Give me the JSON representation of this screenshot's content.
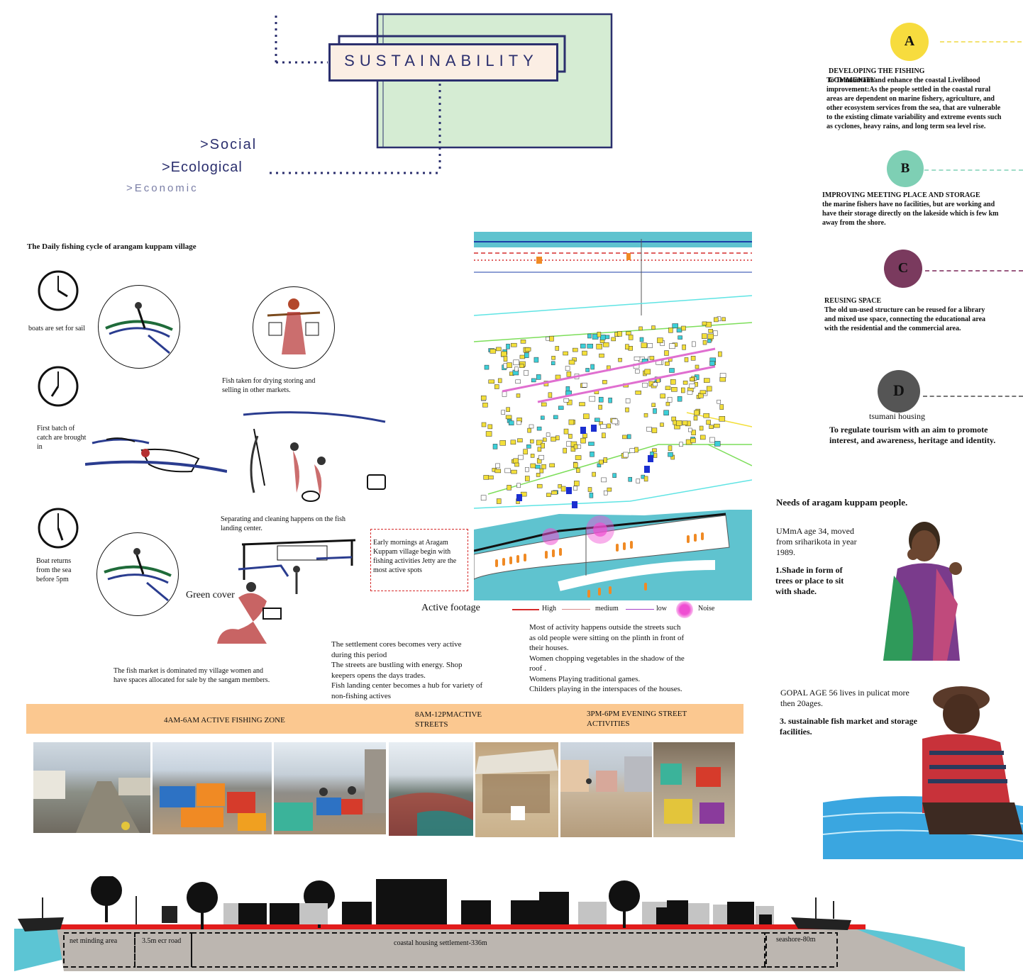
{
  "title": {
    "main": "SUSTAINABILITY",
    "social": ">Social",
    "ecological": ">Ecological",
    "economic": ">Economic"
  },
  "strategies": [
    {
      "letter": "A",
      "color": "#f7dc3e",
      "line": "#f3e270",
      "heading": "DEVELOPING THE FISHING COMMUNITY",
      "text": "To To maintain and enhance the coastal Livelihood improvement:As the people settled in the coastal rural areas are dependent on marine fishery, agriculture, and other ecosystem services from the sea, that are vulnerable to the existing climate variability and extreme events such as cyclones, heavy rains, and long term sea level rise."
    },
    {
      "letter": "B",
      "color": "#7ecfb4",
      "line": "#9fdcc8",
      "heading": "IMPROVING MEETING PLACE AND STORAGE",
      "text": "the marine fishers have no facilities, but are working and have their storage directly on the lakeside which is few km away from the shore."
    },
    {
      "letter": "C",
      "color": "#7a3a5e",
      "line": "#9a5a80",
      "heading": "REUSING SPACE",
      "text": "The old un-used structure can be reused for a library and mixed use space, connecting the educational area with the residential and the commercial area."
    },
    {
      "letter": "D",
      "color": "#555555",
      "line": "#777777",
      "sublabel": "tsumani housing",
      "text": "To regulate tourism with an aim to promote interest, and awareness, heritage and identity."
    }
  ],
  "cycle": {
    "heading": "The Daily fishing cycle of arangam kuppam village",
    "captions": {
      "boats_set": "boats are set for sail",
      "drying": "Fish taken for drying storing and selling in other markets.",
      "first_batch": "First batch of catch are brought in",
      "separating": "Separating and cleaning happens on the fish landing center.",
      "boat_returns": "Boat returns from the sea before 5pm",
      "green_cover": "Green cover",
      "fish_market": "The fish market is dominated my village women and have spaces allocated for sale by the sangam members."
    },
    "early_note": "Early mornings at Aragam Kuppam village begin with fishing activities Jetty are the most active spots"
  },
  "map": {
    "title": "Active footage",
    "legend": [
      {
        "label": "High",
        "color": "#d62b2b"
      },
      {
        "label": "medium",
        "color": "#d88a8a"
      },
      {
        "label": "low",
        "color": "#a53fc7"
      },
      {
        "label": "Noise",
        "color": "#ef4fd2"
      }
    ]
  },
  "activities": {
    "settlement": "The settlement cores becomes very active during this period\nThe streets are bustling with energy. Shop keepers opens the days trades.\nFish landing center becomes a hub for variety of non-fishing actives",
    "outside": "Most of activity happens outside the streets such as old people were sitting on the plinth in front of their houses.\nWomen chopping vegetables in the shadow of the roof .\nWomens Playing traditional games.\nChilders playing in the interspaces of the houses."
  },
  "timeline": {
    "zone1": "4AM-6AM ACTIVE FISHING ZONE",
    "zone2": "8AM-12PMACTIVE STREETS",
    "zone3": "3PM-6PM EVENING STREET ACTIVITIES"
  },
  "needs": {
    "heading": "Needs of aragam kuppam people.",
    "person1": {
      "desc": "UMmA age 34, moved from sriharikota in year 1989.",
      "need": "1.Shade in form of trees or place to sit with shade."
    },
    "person2": {
      "desc": "GOPAL AGE 56 lives in pulicat more then 20ages.",
      "need": "3. sustainable fish market and storage facilities."
    }
  },
  "section": {
    "labels": [
      "net minding area",
      "3.5m ecr road",
      "coastal housing settlement-336m",
      "seashore-80m"
    ]
  }
}
